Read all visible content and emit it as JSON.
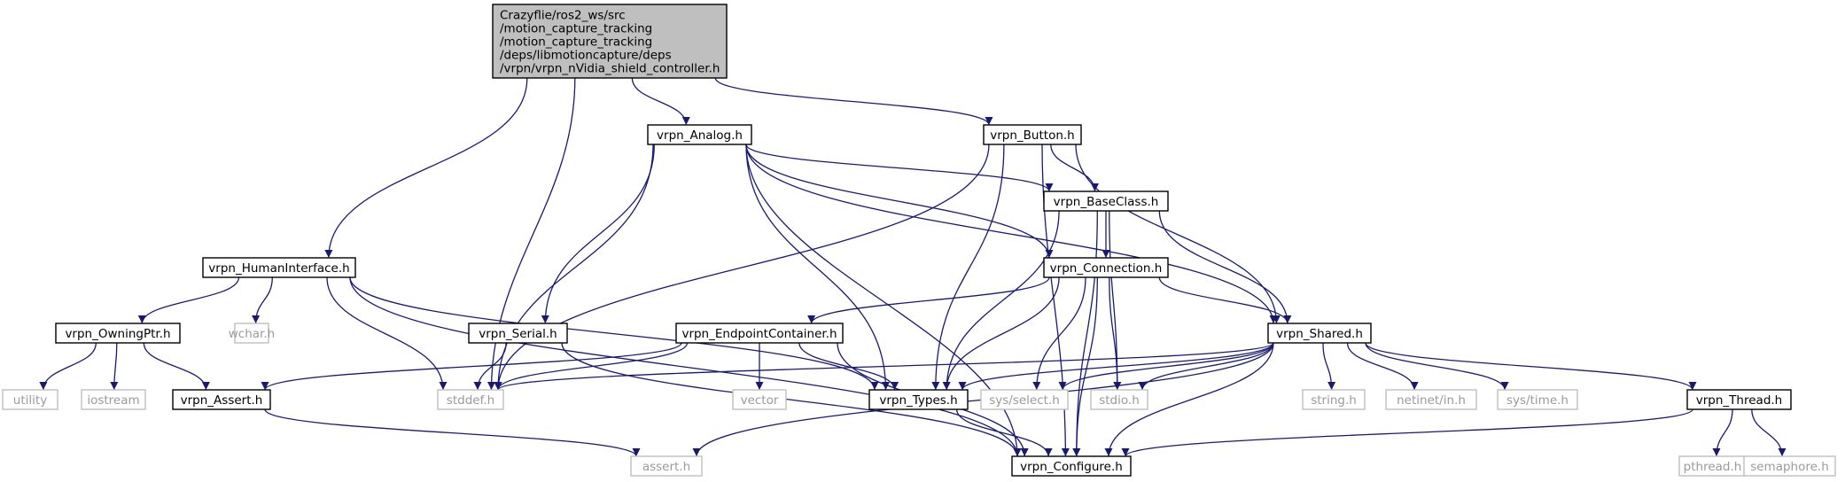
{
  "colors": {
    "edge": "#191970",
    "node_border": "#000000",
    "node_fill": "#ffffff",
    "root_fill": "#bfbfbf",
    "system_border": "#bfbfbf",
    "system_text": "#9a9a9a"
  },
  "nodes": [
    {
      "id": "root",
      "kind": "root",
      "lines": [
        "Crazyflie/ros2_ws/src",
        "/motion_capture_tracking",
        "/motion_capture_tracking",
        "/deps/libmotioncapture/deps",
        "/vrpn/vrpn_nVidia_shield_controller.h"
      ]
    },
    {
      "id": "humaninterface",
      "kind": "project",
      "lines": [
        "vrpn_HumanInterface.h"
      ]
    },
    {
      "id": "analog",
      "kind": "project",
      "lines": [
        "vrpn_Analog.h"
      ]
    },
    {
      "id": "button",
      "kind": "project",
      "lines": [
        "vrpn_Button.h"
      ]
    },
    {
      "id": "baseclass",
      "kind": "project",
      "lines": [
        "vrpn_BaseClass.h"
      ]
    },
    {
      "id": "connection",
      "kind": "project",
      "lines": [
        "vrpn_Connection.h"
      ]
    },
    {
      "id": "owningptr",
      "kind": "project",
      "lines": [
        "vrpn_OwningPtr.h"
      ]
    },
    {
      "id": "wchar",
      "kind": "system",
      "lines": [
        "wchar.h"
      ]
    },
    {
      "id": "serial",
      "kind": "project",
      "lines": [
        "vrpn_Serial.h"
      ]
    },
    {
      "id": "endpoint",
      "kind": "project",
      "lines": [
        "vrpn_EndpointContainer.h"
      ]
    },
    {
      "id": "shared",
      "kind": "project",
      "lines": [
        "vrpn_Shared.h"
      ]
    },
    {
      "id": "utility",
      "kind": "system",
      "lines": [
        "utility"
      ]
    },
    {
      "id": "iostream",
      "kind": "system",
      "lines": [
        "iostream"
      ]
    },
    {
      "id": "assert_vrpn",
      "kind": "project",
      "lines": [
        "vrpn_Assert.h"
      ]
    },
    {
      "id": "stddef",
      "kind": "system",
      "lines": [
        "stddef.h"
      ]
    },
    {
      "id": "vector",
      "kind": "system",
      "lines": [
        "vector"
      ]
    },
    {
      "id": "types",
      "kind": "project",
      "lines": [
        "vrpn_Types.h"
      ]
    },
    {
      "id": "sysselect",
      "kind": "system",
      "lines": [
        "sys/select.h"
      ]
    },
    {
      "id": "stdio",
      "kind": "system",
      "lines": [
        "stdio.h"
      ]
    },
    {
      "id": "string",
      "kind": "system",
      "lines": [
        "string.h"
      ]
    },
    {
      "id": "netinet",
      "kind": "system",
      "lines": [
        "netinet/in.h"
      ]
    },
    {
      "id": "systime",
      "kind": "system",
      "lines": [
        "sys/time.h"
      ]
    },
    {
      "id": "thread",
      "kind": "project",
      "lines": [
        "vrpn_Thread.h"
      ]
    },
    {
      "id": "assert_h",
      "kind": "system",
      "lines": [
        "assert.h"
      ]
    },
    {
      "id": "configure",
      "kind": "project",
      "lines": [
        "vrpn_Configure.h"
      ]
    },
    {
      "id": "pthread",
      "kind": "system",
      "lines": [
        "pthread.h"
      ]
    },
    {
      "id": "semaphore",
      "kind": "system",
      "lines": [
        "semaphore.h"
      ]
    }
  ],
  "edges": [
    [
      "root",
      "humaninterface"
    ],
    [
      "root",
      "stddef"
    ],
    [
      "root",
      "analog"
    ],
    [
      "root",
      "button"
    ],
    [
      "analog",
      "stddef"
    ],
    [
      "analog",
      "serial"
    ],
    [
      "analog",
      "configure"
    ],
    [
      "analog",
      "types"
    ],
    [
      "analog",
      "connection"
    ],
    [
      "analog",
      "baseclass"
    ],
    [
      "analog",
      "shared"
    ],
    [
      "button",
      "stddef"
    ],
    [
      "button",
      "types"
    ],
    [
      "button",
      "baseclass"
    ],
    [
      "button",
      "shared"
    ],
    [
      "button",
      "configure"
    ],
    [
      "baseclass",
      "types"
    ],
    [
      "baseclass",
      "connection"
    ],
    [
      "baseclass",
      "stdio"
    ],
    [
      "baseclass",
      "shared"
    ],
    [
      "baseclass",
      "configure"
    ],
    [
      "connection",
      "endpoint"
    ],
    [
      "connection",
      "types"
    ],
    [
      "connection",
      "sysselect"
    ],
    [
      "connection",
      "stdio"
    ],
    [
      "connection",
      "configure"
    ],
    [
      "connection",
      "shared"
    ],
    [
      "humaninterface",
      "owningptr"
    ],
    [
      "humaninterface",
      "wchar"
    ],
    [
      "humaninterface",
      "stddef"
    ],
    [
      "humaninterface",
      "configure"
    ],
    [
      "humaninterface",
      "types"
    ],
    [
      "owningptr",
      "utility"
    ],
    [
      "owningptr",
      "iostream"
    ],
    [
      "owningptr",
      "assert_vrpn"
    ],
    [
      "serial",
      "stddef"
    ],
    [
      "serial",
      "configure"
    ],
    [
      "endpoint",
      "assert_vrpn"
    ],
    [
      "endpoint",
      "stddef"
    ],
    [
      "endpoint",
      "vector"
    ],
    [
      "endpoint",
      "types"
    ],
    [
      "endpoint",
      "configure"
    ],
    [
      "shared",
      "types"
    ],
    [
      "shared",
      "sysselect"
    ],
    [
      "shared",
      "stdio"
    ],
    [
      "shared",
      "string"
    ],
    [
      "shared",
      "netinet"
    ],
    [
      "shared",
      "systime"
    ],
    [
      "shared",
      "thread"
    ],
    [
      "shared",
      "assert_h"
    ],
    [
      "shared",
      "configure"
    ],
    [
      "shared",
      "stddef"
    ],
    [
      "assert_vrpn",
      "assert_h"
    ],
    [
      "types",
      "configure"
    ],
    [
      "thread",
      "configure"
    ],
    [
      "thread",
      "pthread"
    ],
    [
      "thread",
      "semaphore"
    ]
  ]
}
